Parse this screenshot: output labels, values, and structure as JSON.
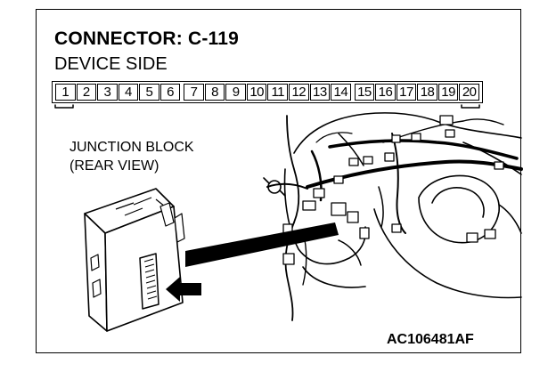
{
  "connector": {
    "title": "CONNECTOR: C-119",
    "subtitle": "DEVICE SIDE",
    "pins": [
      "1",
      "2",
      "3",
      "4",
      "5",
      "6",
      "7",
      "8",
      "9",
      "10",
      "11",
      "12",
      "13",
      "14",
      "15",
      "16",
      "17",
      "18",
      "19",
      "20"
    ]
  },
  "junction_block": {
    "line1": "JUNCTION BLOCK",
    "line2": "(REAR VIEW)"
  },
  "figure_code": "AC106481AF"
}
